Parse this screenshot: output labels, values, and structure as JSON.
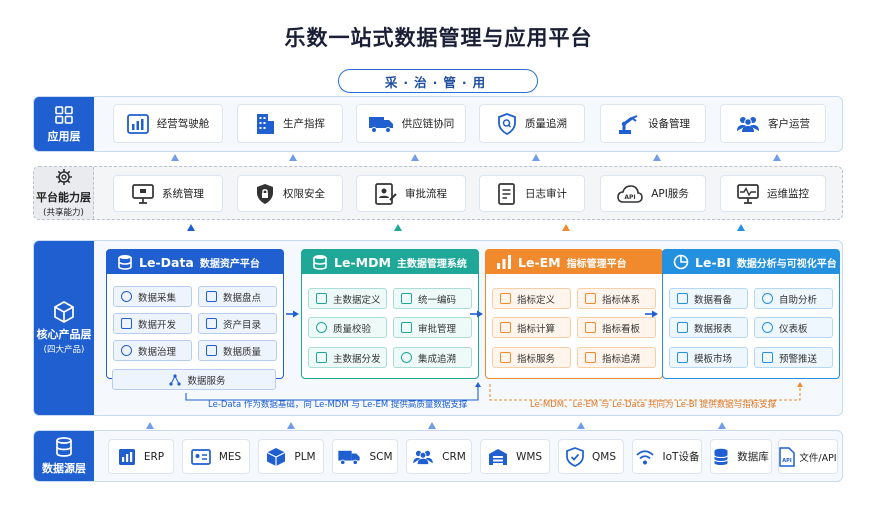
{
  "title": "乐数一站式数据管理与应用平台",
  "motto": "采·治·管·用",
  "colors": {
    "primary": "#1f5fd0",
    "mdm": "#1fa898",
    "em": "#f08a2c",
    "bi": "#2390e0",
    "data": "#1f5fd0"
  },
  "app_layer": {
    "label": "应用层",
    "icon": "grid-icon",
    "items": [
      {
        "label": "经营驾驶舱",
        "icon": "dashboard-chart-icon"
      },
      {
        "label": "生产指挥",
        "icon": "building-icon"
      },
      {
        "label": "供应链协同",
        "icon": "truck-icon"
      },
      {
        "label": "质量追溯",
        "icon": "shield-search-icon"
      },
      {
        "label": "设备管理",
        "icon": "robot-arm-icon"
      },
      {
        "label": "客户运营",
        "icon": "users-icon"
      }
    ]
  },
  "platform_layer": {
    "label": "平台能力层",
    "sub": "(共享能力)",
    "icon": "gear-icon",
    "items": [
      {
        "label": "系统管理",
        "icon": "monitor-icon"
      },
      {
        "label": "权限安全",
        "icon": "shield-lock-icon"
      },
      {
        "label": "审批流程",
        "icon": "approval-icon"
      },
      {
        "label": "日志审计",
        "icon": "log-icon"
      },
      {
        "label": "API服务",
        "icon": "cloud-api-icon"
      },
      {
        "label": "运维监控",
        "icon": "monitor-pulse-icon"
      }
    ]
  },
  "core_layer": {
    "label": "核心产品层",
    "sub": "(四大产品)",
    "icon": "cube-icon",
    "platforms": [
      {
        "name": "Le-Data",
        "subtitle": "数据资产平台",
        "items": [
          "数据采集",
          "数据盘点",
          "数据开发",
          "资产目录",
          "数据治理",
          "数据质量"
        ],
        "wide_item": "数据服务"
      },
      {
        "name": "Le-MDM",
        "subtitle": "主数据管理系统",
        "items": [
          "主数据定义",
          "统一编码",
          "质量校验",
          "审批管理",
          "主数据分发",
          "集成追溯"
        ]
      },
      {
        "name": "Le-EM",
        "subtitle": "指标管理平台",
        "items": [
          "指标定义",
          "指标体系",
          "指标计算",
          "指标看板",
          "指标服务",
          "指标追溯"
        ]
      },
      {
        "name": "Le-BI",
        "subtitle": "数据分析与可视化平台",
        "items": [
          "数据看备",
          "自助分析",
          "数据报表",
          "仪表板",
          "模板市场",
          "预警推送"
        ]
      }
    ],
    "note_left": "Le-Data 作为数据基础，向 Le-MDM 与 Le-EM 提供高质量数据支撑",
    "note_right": "Le-MDM、Le-EM 与 Le-Data 共同为 Le-BI 提供数据与指标支撑"
  },
  "source_layer": {
    "label": "数据源层",
    "icon": "database-icon",
    "items": [
      {
        "label": "ERP",
        "icon": "bar-chart-icon"
      },
      {
        "label": "MES",
        "icon": "id-card-icon"
      },
      {
        "label": "PLM",
        "icon": "box-icon"
      },
      {
        "label": "SCM",
        "icon": "truck-icon"
      },
      {
        "label": "CRM",
        "icon": "users-icon"
      },
      {
        "label": "WMS",
        "icon": "warehouse-icon"
      },
      {
        "label": "QMS",
        "icon": "shield-check-icon"
      },
      {
        "label": "IoT设备",
        "icon": "wifi-icon"
      },
      {
        "label": "数据库",
        "icon": "database-icon"
      },
      {
        "label": "文件/API",
        "icon": "file-api-icon"
      }
    ]
  }
}
